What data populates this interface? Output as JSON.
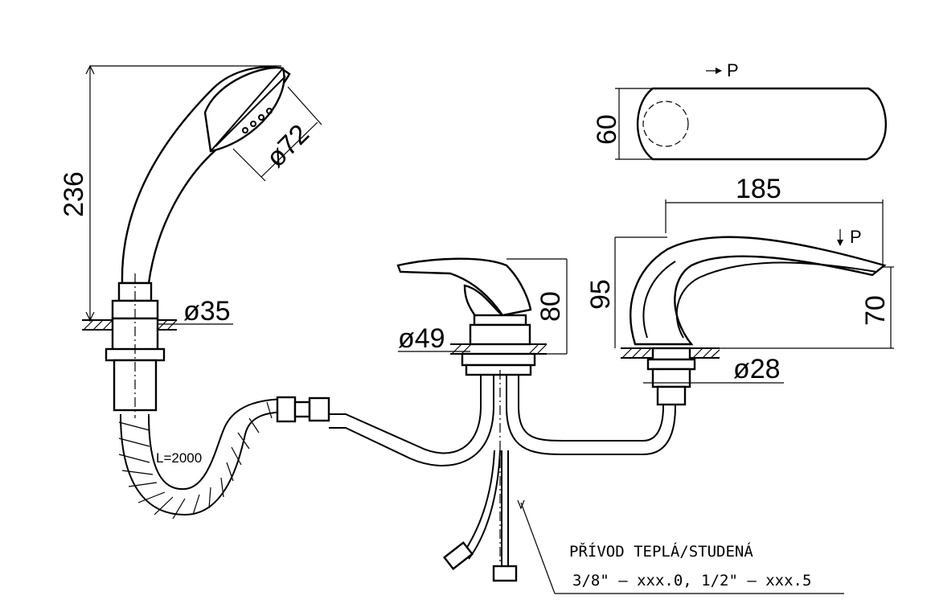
{
  "dimensions": {
    "shower_height": "236",
    "shower_head_dia": "ø72",
    "hand_shower_base_dia": "ø35",
    "mixer_base_dia": "ø49",
    "mixer_height": "80",
    "spout_base_dia": "ø28",
    "spout_height": "95",
    "spout_outlet_height": "70",
    "spout_length": "185",
    "top_view_width": "60"
  },
  "labels": {
    "hose_length": "L=2000",
    "direction_p_top": "P",
    "direction_p_spout": "P"
  },
  "note": {
    "line1": "PŘÍVOD TEPLÁ/STUDENÁ",
    "line2": "3/8\" – xxx.0, 1/2\" – xxx.5"
  }
}
